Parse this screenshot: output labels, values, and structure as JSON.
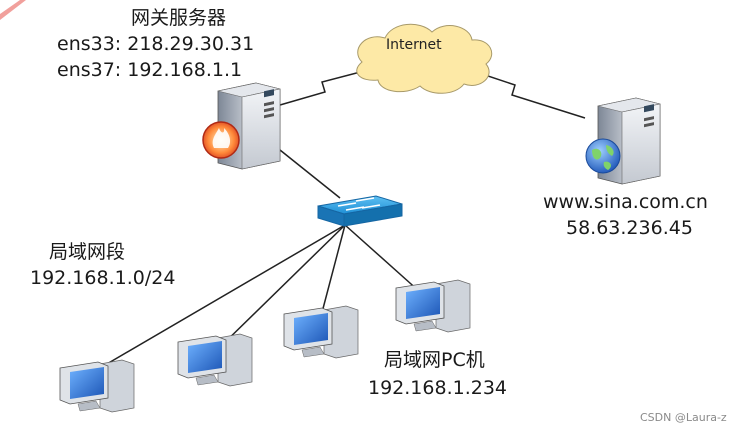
{
  "gateway": {
    "title": "网关服务器",
    "ens33": "ens33: 218.29.30.31",
    "ens37": "ens37: 192.168.1.1"
  },
  "internet": {
    "label": "Internet"
  },
  "remote_server": {
    "domain": "www.sina.com.cn",
    "ip": "58.63.236.45"
  },
  "lan": {
    "title": "局域网段",
    "subnet": "192.168.1.0/24"
  },
  "pc": {
    "title": "局域网PC机",
    "ip": "192.168.1.234"
  },
  "watermark": "CSDN @Laura-z",
  "colors": {
    "cloud": "#fde9a6",
    "switch": "#1f8fd6",
    "monitor_screen": "#2a6fd0",
    "firewall": "#e04a1a",
    "globe": "#2f6fcf",
    "link": "#222222"
  }
}
